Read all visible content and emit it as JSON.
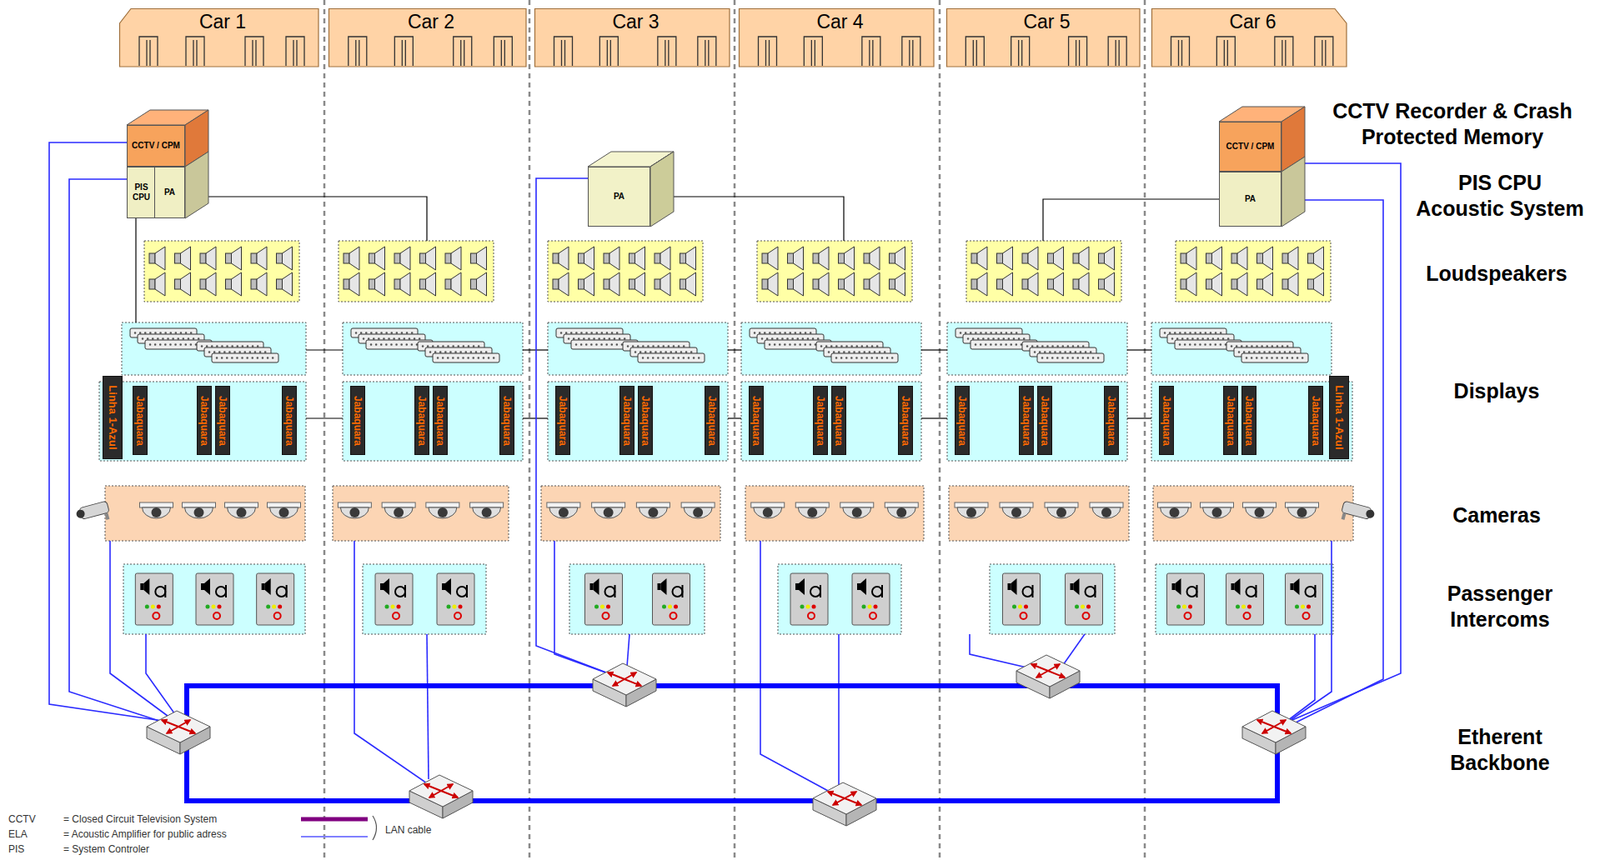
{
  "diagram": {
    "nodes": [
      {
        "text": [
          "Car 1"
        ]
      },
      {
        "text": [
          "Car 2"
        ]
      },
      {
        "text": [
          "Car 3"
        ]
      },
      {
        "text": [
          "Car 4"
        ]
      },
      {
        "text": [
          "Car 5"
        ]
      },
      {
        "text": [
          "Car 6"
        ]
      },
      {
        "text": [
          "CCTV / CPM"
        ]
      },
      {
        "text": [
          "PIS CPU"
        ]
      },
      {
        "text": [
          "PA"
        ]
      },
      {
        "text": [
          "PA"
        ]
      },
      {
        "text": [
          "CCTV / CPM"
        ]
      },
      {
        "text": [
          "PA"
        ]
      },
      {
        "text": [
          "Linha 1-Azul"
        ]
      },
      {
        "text": [
          "Jabaquara"
        ]
      },
      {
        "text": [
          "Jabaquara"
        ]
      },
      {
        "text": [
          "Jabaquara"
        ]
      },
      {
        "text": [
          "Jabaquara"
        ]
      },
      {
        "text": [
          "Jabaquara"
        ]
      },
      {
        "text": [
          "Jabaquara"
        ]
      },
      {
        "text": [
          "Jabaquara"
        ]
      },
      {
        "text": [
          "Jabaquara"
        ]
      },
      {
        "text": [
          "Jabaquara"
        ]
      },
      {
        "text": [
          "Jabaquara"
        ]
      },
      {
        "text": [
          "Jabaquara"
        ]
      },
      {
        "text": [
          "Jabaquara"
        ]
      },
      {
        "text": [
          "Jabaquara"
        ]
      },
      {
        "text": [
          "Jabaquara"
        ]
      },
      {
        "text": [
          "Jabaquara"
        ]
      },
      {
        "text": [
          "Jabaquara"
        ]
      },
      {
        "text": [
          "Jabaquara"
        ]
      },
      {
        "text": [
          "Jabaquara"
        ]
      },
      {
        "text": [
          "Jabaquara"
        ]
      },
      {
        "text": [
          "Jabaquara"
        ]
      },
      {
        "text": [
          "Jabaquara"
        ]
      },
      {
        "text": [
          "Jabaquara"
        ]
      },
      {
        "text": [
          "Jabaquara"
        ]
      },
      {
        "text": [
          "Jabaquara"
        ]
      },
      {
        "text": [
          "Linha 1-Azul"
        ]
      }
    ],
    "labels": [
      "CCTV Recorder & Crash Protected Memory",
      "PIS CPU Acoustic System",
      "Loudspeakers",
      "Displays",
      "Cameras",
      "Passenger Intercoms",
      "Etherent Backbone",
      "CCTV",
      "= Closed Circuit Television System",
      "ELA",
      "= Acoustic Amplifier for public adress",
      "PIS",
      "= System Controler"
    ],
    "legend": [
      {
        "text": "LAN cable"
      }
    ]
  }
}
